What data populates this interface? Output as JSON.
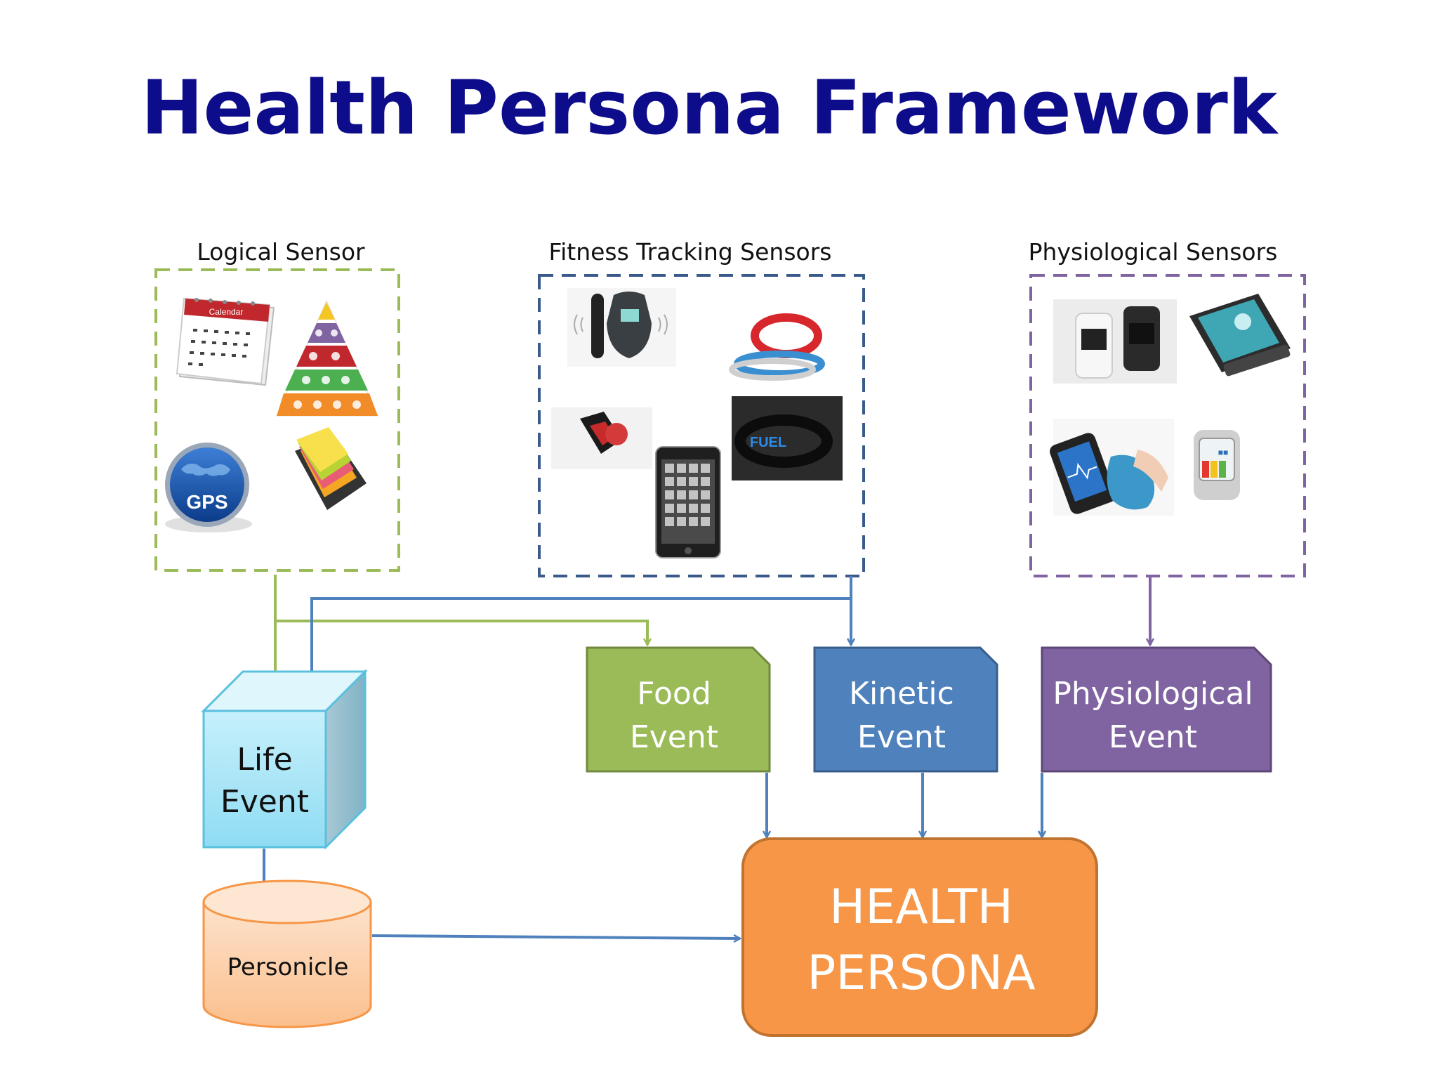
{
  "title": "Health Persona Framework",
  "groups": {
    "logical": {
      "label": "Logical Sensor",
      "color": "#9bbb59"
    },
    "fitness": {
      "label": "Fitness Tracking Sensors",
      "color": "#3a5a8c"
    },
    "physiological": {
      "label": "Physiological Sensors",
      "color": "#8064a2"
    }
  },
  "sensor_images": {
    "calendar": "Calendar",
    "gps": "GPS",
    "fuel": "FUEL"
  },
  "events": {
    "life": {
      "line1": "Life",
      "line2": "Event"
    },
    "food": {
      "line1": "Food",
      "line2": "Event",
      "color": "#9bbb59"
    },
    "kinetic": {
      "line1": "Kinetic",
      "line2": "Event",
      "color": "#4f81bd"
    },
    "physiological": {
      "line1": "Physiological",
      "line2": "Event",
      "color": "#8064a2"
    }
  },
  "personicle": {
    "label": "Personicle"
  },
  "health_persona": {
    "line1": "HEALTH",
    "line2": "PERSONA",
    "color": "#f79646"
  },
  "colors": {
    "blue_arrow": "#4f81bd",
    "green_arrow": "#9bbb59",
    "purple_arrow": "#8064a2"
  }
}
